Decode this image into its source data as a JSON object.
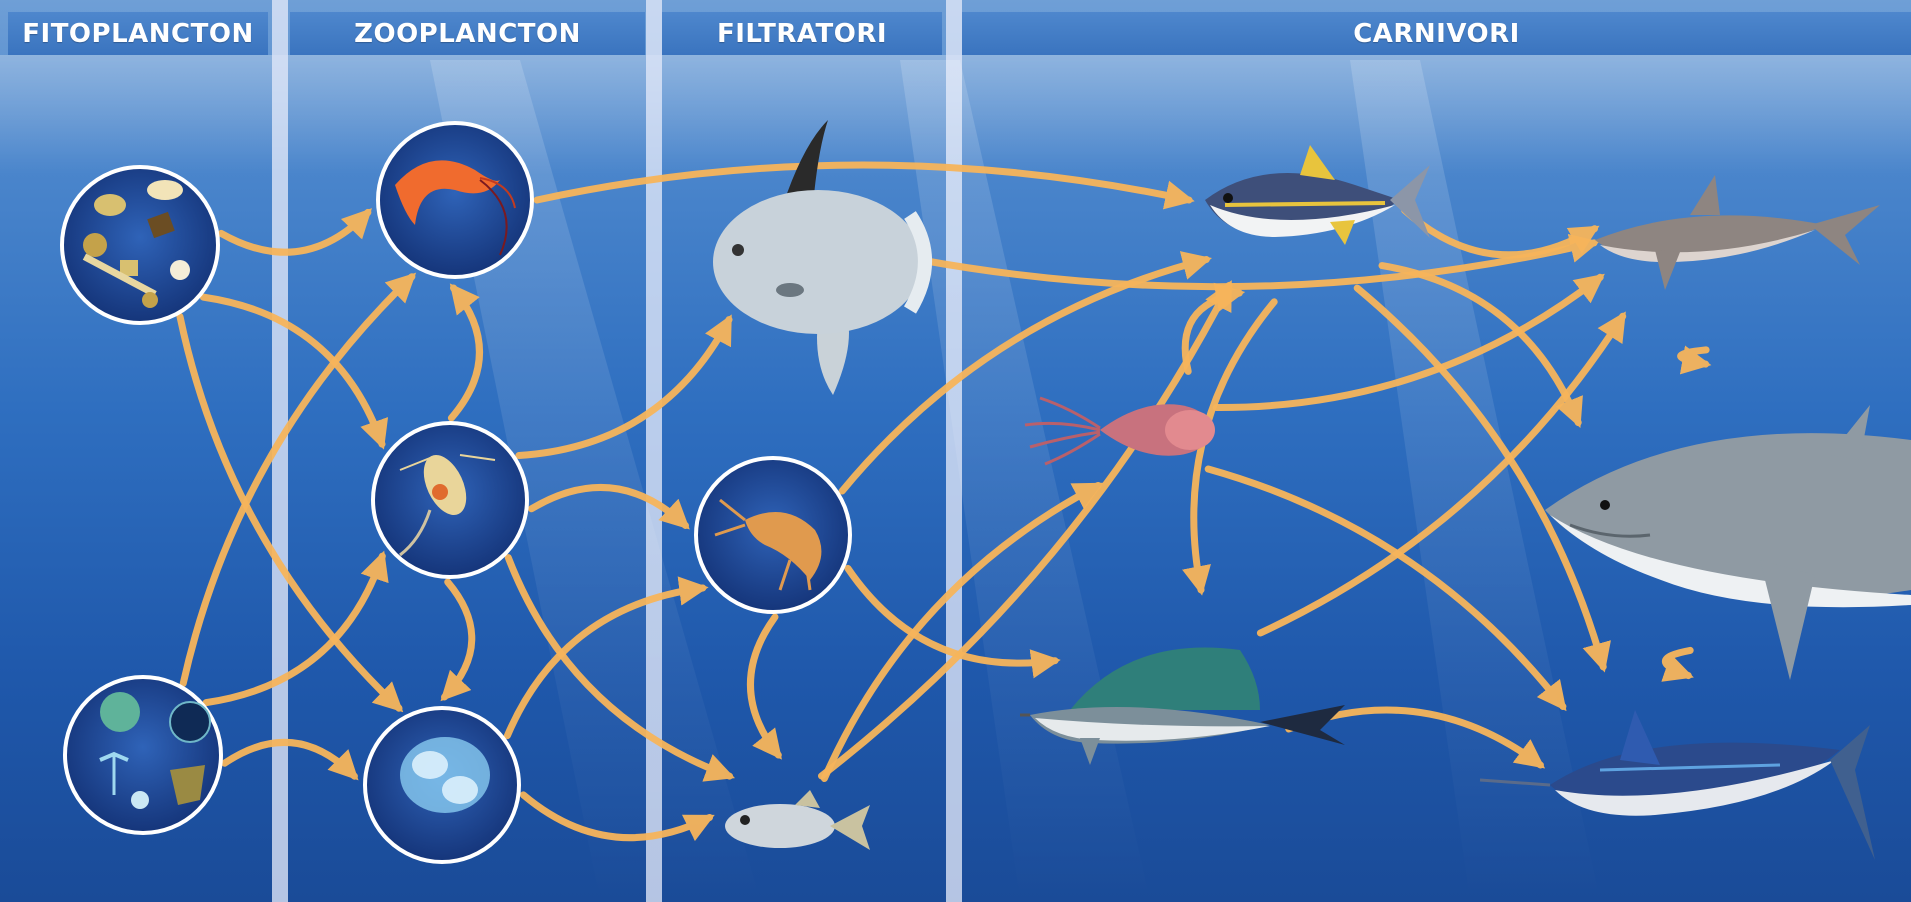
{
  "headers": {
    "fitoplancton": "FITOPLANCTON",
    "zooplancton": "ZOOPLANCTON",
    "filtratori": "FILTRATORI",
    "carnivori": "CARNIVORI"
  },
  "nodes": [
    {
      "id": "diatoms",
      "icon": "phytoplankton-diatoms-icon"
    },
    {
      "id": "dinoflagellates",
      "icon": "phytoplankton-dinoflagellates-icon"
    },
    {
      "id": "shrimp",
      "icon": "shrimp-icon"
    },
    {
      "id": "copepod",
      "icon": "copepod-icon"
    },
    {
      "id": "jellyfish",
      "icon": "jellyfish-icon"
    },
    {
      "id": "sunfish",
      "icon": "sunfish-icon"
    },
    {
      "id": "amphipod",
      "icon": "amphipod-icon"
    },
    {
      "id": "small-fish",
      "icon": "small-fish-icon"
    },
    {
      "id": "tuna",
      "icon": "tuna-icon"
    },
    {
      "id": "squid",
      "icon": "squid-icon"
    },
    {
      "id": "sailfish",
      "icon": "sailfish-icon"
    },
    {
      "id": "small-shark",
      "icon": "small-shark-icon"
    },
    {
      "id": "great-white-shark",
      "icon": "great-white-shark-icon"
    },
    {
      "id": "marlin",
      "icon": "marlin-icon"
    }
  ],
  "edges": [
    [
      "diatoms",
      "shrimp"
    ],
    [
      "diatoms",
      "copepod"
    ],
    [
      "diatoms",
      "jellyfish"
    ],
    [
      "dinoflagellates",
      "shrimp"
    ],
    [
      "dinoflagellates",
      "copepod"
    ],
    [
      "dinoflagellates",
      "jellyfish"
    ],
    [
      "copepod",
      "shrimp"
    ],
    [
      "copepod",
      "jellyfish"
    ],
    [
      "copepod",
      "sunfish"
    ],
    [
      "copepod",
      "amphipod"
    ],
    [
      "copepod",
      "small-fish"
    ],
    [
      "jellyfish",
      "amphipod"
    ],
    [
      "jellyfish",
      "small-fish"
    ],
    [
      "shrimp",
      "tuna"
    ],
    [
      "amphipod",
      "small-fish"
    ],
    [
      "amphipod",
      "tuna"
    ],
    [
      "amphipod",
      "sailfish"
    ],
    [
      "small-fish",
      "squid"
    ],
    [
      "sunfish",
      "small-shark"
    ],
    [
      "squid",
      "tuna"
    ],
    [
      "squid",
      "small-shark"
    ],
    [
      "squid",
      "marlin"
    ],
    [
      "tuna",
      "small-shark"
    ],
    [
      "tuna",
      "great-white-shark"
    ],
    [
      "tuna",
      "sailfish"
    ],
    [
      "tuna",
      "marlin"
    ],
    [
      "sailfish",
      "small-shark"
    ],
    [
      "sailfish",
      "marlin"
    ],
    [
      "small-shark",
      "great-white-shark"
    ],
    [
      "marlin",
      "great-white-shark"
    ],
    [
      "small-fish",
      "tuna"
    ]
  ],
  "colors": {
    "arrow": "#f7b55b",
    "header": "#3f7ac4",
    "water_top": "#6f9fd6",
    "water_bottom": "#1a4b98",
    "bubble": "#1c3f8c"
  }
}
